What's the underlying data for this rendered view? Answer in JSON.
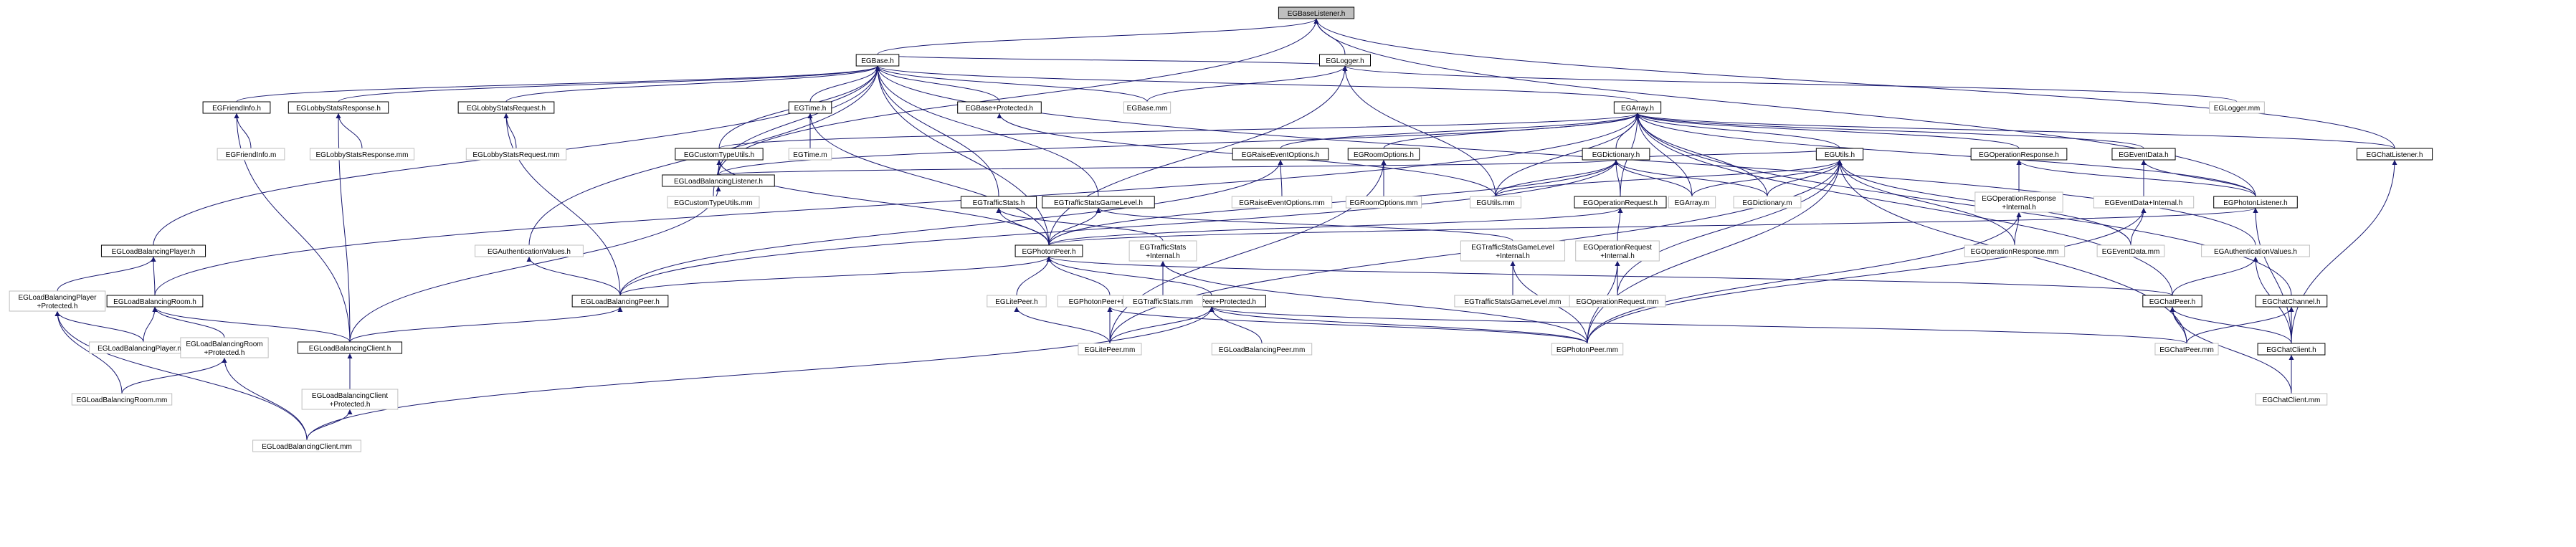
{
  "diagram": {
    "colors": {
      "edge_dark": "#191970",
      "edge_grey": "#404040",
      "root_fill": "#bfbfbf",
      "node_fill": "#ffffff",
      "strong_border": "#000000",
      "light_border": "#bfbfbf"
    },
    "nodes": [
      {
        "id": "root",
        "label": "EGBaseListener.h",
        "style": "root"
      },
      {
        "id": "egbase",
        "label": "EGBase.h",
        "style": "strong"
      },
      {
        "id": "eglogger",
        "label": "EGLogger.h",
        "style": "strong"
      },
      {
        "id": "egloggermm",
        "label": "EGLogger.mm",
        "style": "light"
      },
      {
        "id": "egchatlistener",
        "label": "EGChatListener.h",
        "style": "strong"
      },
      {
        "id": "egfriendinfo",
        "label": "EGFriendInfo.h",
        "style": "strong"
      },
      {
        "id": "egfriendinfom",
        "label": "EGFriendInfo.m",
        "style": "light"
      },
      {
        "id": "eglobbystatsresp",
        "label": "EGLobbyStatsResponse.h",
        "style": "strong"
      },
      {
        "id": "eglobbystatsrespmm",
        "label": "EGLobbyStatsResponse.mm",
        "style": "light"
      },
      {
        "id": "eglobbystatsreq",
        "label": "EGLobbyStatsRequest.h",
        "style": "strong"
      },
      {
        "id": "eglobbystatsreqmm",
        "label": "EGLobbyStatsRequest.mm",
        "style": "light"
      },
      {
        "id": "egtime",
        "label": "EGTime.h",
        "style": "strong"
      },
      {
        "id": "egtimem",
        "label": "EGTime.m",
        "style": "light"
      },
      {
        "id": "egbaseprot",
        "label": "EGBase+Protected.h",
        "style": "strong"
      },
      {
        "id": "egbasemm",
        "label": "EGBase.mm",
        "style": "light"
      },
      {
        "id": "egarray",
        "label": "EGArray.h",
        "style": "strong"
      },
      {
        "id": "egcustomtypeutils",
        "label": "EGCustomTypeUtils.h",
        "style": "strong"
      },
      {
        "id": "egcustomtypeutilsmm",
        "label": "EGCustomTypeUtils.mm",
        "style": "light"
      },
      {
        "id": "egraiseevent",
        "label": "EGRaiseEventOptions.h",
        "style": "strong"
      },
      {
        "id": "egraiseeventmm",
        "label": "EGRaiseEventOptions.mm",
        "style": "light"
      },
      {
        "id": "egroomoptions",
        "label": "EGRoomOptions.h",
        "style": "strong"
      },
      {
        "id": "egroomoptionsmm",
        "label": "EGRoomOptions.mm",
        "style": "light"
      },
      {
        "id": "egdictionary",
        "label": "EGDictionary.h",
        "style": "strong"
      },
      {
        "id": "egutils",
        "label": "EGUtils.h",
        "style": "strong"
      },
      {
        "id": "egopresponse",
        "label": "EGOperationResponse.h",
        "style": "strong"
      },
      {
        "id": "egeventdata",
        "label": "EGEventData.h",
        "style": "strong"
      },
      {
        "id": "egloadbalancinglistener",
        "label": "EGLoadBalancingListener.h",
        "style": "strong"
      },
      {
        "id": "egutilsmm",
        "label": "EGUtils.mm",
        "style": "light"
      },
      {
        "id": "egtrafficstats",
        "label": "EGTrafficStats.h",
        "style": "strong"
      },
      {
        "id": "egtrafficgamelevel",
        "label": "EGTrafficStatsGameLevel.h",
        "style": "strong"
      },
      {
        "id": "egoprequest",
        "label": "EGOperationRequest.h",
        "style": "strong"
      },
      {
        "id": "egarraym",
        "label": "EGArray.m",
        "style": "light"
      },
      {
        "id": "egdictionarym",
        "label": "EGDictionary.m",
        "style": "light"
      },
      {
        "id": "egopresponseinternal",
        "label": "EGOperationResponse+Internal.h",
        "style": "light"
      },
      {
        "id": "egeventdatainternal",
        "label": "EGEventData+Internal.h",
        "style": "light"
      },
      {
        "id": "egphotonlistener",
        "label": "EGPhotonListener.h",
        "style": "strong"
      },
      {
        "id": "egloadbalancingplayer",
        "label": "EGLoadBalancingPlayer.h",
        "style": "strong"
      },
      {
        "id": "egloadbalancingplayerprot",
        "label": "EGLoadBalancingPlayer+Protected.h",
        "style": "light"
      },
      {
        "id": "egauthvaluesleft",
        "label": "EGAuthenticationValues.h",
        "style": "light"
      },
      {
        "id": "egphotonpeer",
        "label": "EGPhotonPeer.h",
        "style": "strong"
      },
      {
        "id": "egtrafficstatsinternal",
        "label": "EGTrafficStats+Internal.h",
        "style": "light"
      },
      {
        "id": "egtrafficgamelevelinternal",
        "label": "EGTrafficStatsGameLevel+Internal.h",
        "style": "light"
      },
      {
        "id": "egoprequestinternal",
        "label": "EGOperationRequest+Internal.h",
        "style": "light"
      },
      {
        "id": "egopresponsemm",
        "label": "EGOperationResponse.mm",
        "style": "light"
      },
      {
        "id": "egeventdatamm",
        "label": "EGEventData.mm",
        "style": "light"
      },
      {
        "id": "egauthvaluesright",
        "label": "EGAuthenticationValues.h",
        "style": "light"
      },
      {
        "id": "egloadbalancingroom",
        "label": "EGLoadBalancingRoom.h",
        "style": "strong"
      },
      {
        "id": "egloadbalancingpeer",
        "label": "EGLoadBalancingPeer.h",
        "style": "strong"
      },
      {
        "id": "eglitepeer",
        "label": "EGLitePeer.h",
        "style": "light"
      },
      {
        "id": "egphotonpeerinternal",
        "label": "EGPhotonPeer+Internal.h",
        "style": "light"
      },
      {
        "id": "egphotonpeerprot",
        "label": "EGPhotonPeer+Protected.h",
        "style": "strong"
      },
      {
        "id": "egtrafficstatsmm",
        "label": "EGTrafficStats.mm",
        "style": "light"
      },
      {
        "id": "egtrafficgamelevelmm",
        "label": "EGTrafficStatsGameLevel.mm",
        "style": "light"
      },
      {
        "id": "egoprequestmm",
        "label": "EGOperationRequest.mm",
        "style": "light"
      },
      {
        "id": "egchatpeer",
        "label": "EGChatPeer.h",
        "style": "strong"
      },
      {
        "id": "egchatchannel",
        "label": "EGChatChannel.h",
        "style": "strong"
      },
      {
        "id": "egloadbalancingplayermm",
        "label": "EGLoadBalancingPlayer.mm",
        "style": "light"
      },
      {
        "id": "egloadbalancingroomprot",
        "label": "EGLoadBalancingRoom+Protected.h",
        "style": "light"
      },
      {
        "id": "egloadbalancingclient",
        "label": "EGLoadBalancingClient.h",
        "style": "strong"
      },
      {
        "id": "eglitepeermm",
        "label": "EGLitePeer.mm",
        "style": "light"
      },
      {
        "id": "egloadbalancingpeermm",
        "label": "EGLoadBalancingPeer.mm",
        "style": "light"
      },
      {
        "id": "egphotonpeermm",
        "label": "EGPhotonPeer.mm",
        "style": "light"
      },
      {
        "id": "egchatpeermm",
        "label": "EGChatPeer.mm",
        "style": "light"
      },
      {
        "id": "egchatclient",
        "label": "EGChatClient.h",
        "style": "strong"
      },
      {
        "id": "egloadbalancingroommm",
        "label": "EGLoadBalancingRoom.mm",
        "style": "light"
      },
      {
        "id": "egloadbalancingclientprot",
        "label": "EGLoadBalancingClient+Protected.h",
        "style": "light"
      },
      {
        "id": "egchatclientmm",
        "label": "EGChatClient.mm",
        "style": "light"
      },
      {
        "id": "egloadbalancingclientmm",
        "label": "EGLoadBalancingClient.mm",
        "style": "light"
      }
    ],
    "edges": [
      [
        "root",
        "egbase"
      ],
      [
        "root",
        "eglogger"
      ],
      [
        "root",
        "egchatlistener"
      ],
      [
        "root",
        "egphotonlistener"
      ],
      [
        "root",
        "egloadbalancinglistener"
      ],
      [
        "eglogger",
        "egbase"
      ],
      [
        "eglogger",
        "egloggermm"
      ],
      [
        "eglogger",
        "egbasemm"
      ],
      [
        "eglogger",
        "egutilsmm"
      ],
      [
        "eglogger",
        "egphotonpeer"
      ],
      [
        "egbase",
        "egfriendinfo"
      ],
      [
        "egbase",
        "eglobbystatsresp"
      ],
      [
        "egbase",
        "eglobbystatsreq"
      ],
      [
        "egbase",
        "egtime"
      ],
      [
        "egbase",
        "egbaseprot"
      ],
      [
        "egbase",
        "egbasemm"
      ],
      [
        "egbase",
        "egarray"
      ],
      [
        "egbase",
        "egcustomtypeutils"
      ],
      [
        "egbase",
        "egloadbalancingplayer"
      ],
      [
        "egbase",
        "egauthvaluesleft"
      ],
      [
        "egbase",
        "egphotonpeer"
      ],
      [
        "egbase",
        "egtrafficstats"
      ],
      [
        "egbase",
        "egtrafficgamelevel"
      ],
      [
        "egbase",
        "egauthvaluesright"
      ],
      [
        "egbase",
        "egloadbalancinglistener"
      ],
      [
        "egfriendinfo",
        "egfriendinfom"
      ],
      [
        "egfriendinfo",
        "egloadbalancingclient"
      ],
      [
        "eglobbystatsresp",
        "eglobbystatsrespmm"
      ],
      [
        "eglobbystatsresp",
        "egloadbalancingclient"
      ],
      [
        "eglobbystatsreq",
        "eglobbystatsreqmm"
      ],
      [
        "eglobbystatsreq",
        "egloadbalancingpeer"
      ],
      [
        "egtime",
        "egtimem"
      ],
      [
        "egtime",
        "egphotonpeer"
      ],
      [
        "egbaseprot",
        "egutilsmm"
      ],
      [
        "egarray",
        "egcustomtypeutils"
      ],
      [
        "egarray",
        "egraiseevent"
      ],
      [
        "egarray",
        "egroomoptions"
      ],
      [
        "egarray",
        "egdictionary"
      ],
      [
        "egarray",
        "egutils"
      ],
      [
        "egarray",
        "egopresponse"
      ],
      [
        "egarray",
        "egeventdata"
      ],
      [
        "egarray",
        "egutilsmm"
      ],
      [
        "egarray",
        "egoprequest"
      ],
      [
        "egarray",
        "egarraym"
      ],
      [
        "egarray",
        "egdictionarym"
      ],
      [
        "egarray",
        "egloadbalancingroom"
      ],
      [
        "egarray",
        "egchatlistener"
      ],
      [
        "egarray",
        "egchatchannel"
      ],
      [
        "egarray",
        "egchatpeer"
      ],
      [
        "egarray",
        "egphotonlistener"
      ],
      [
        "egarray",
        "egloadbalancinglistener"
      ],
      [
        "egcustomtypeutils",
        "egcustomtypeutilsmm"
      ],
      [
        "egcustomtypeutils",
        "egphotonpeer"
      ],
      [
        "egraiseevent",
        "egraiseeventmm"
      ],
      [
        "egraiseevent",
        "egloadbalancingpeer"
      ],
      [
        "egroomoptions",
        "egroomoptionsmm"
      ],
      [
        "egroomoptions",
        "eglitepeermm"
      ],
      [
        "egdictionary",
        "egutils"
      ],
      [
        "egdictionary",
        "egutilsmm"
      ],
      [
        "egdictionary",
        "egoprequest"
      ],
      [
        "egdictionary",
        "egarraym"
      ],
      [
        "egdictionary",
        "egdictionarym"
      ],
      [
        "egdictionary",
        "egphotonpeer"
      ],
      [
        "egdictionary",
        "egloadbalancingpeer"
      ],
      [
        "egdictionary",
        "egloadbalancinglistener"
      ],
      [
        "egutils",
        "egutilsmm"
      ],
      [
        "egutils",
        "egdictionarym"
      ],
      [
        "egutils",
        "egarraym"
      ],
      [
        "egutils",
        "egopresponsemm"
      ],
      [
        "egutils",
        "egeventdatamm"
      ],
      [
        "egutils",
        "egoprequestmm"
      ],
      [
        "egutils",
        "egphotonpeermm"
      ],
      [
        "egutils",
        "egchatpeermm"
      ],
      [
        "egutils",
        "eglitepeermm"
      ],
      [
        "egopresponse",
        "egopresponseinternal"
      ],
      [
        "egopresponse",
        "egphotonlistener"
      ],
      [
        "egopresponseinternal",
        "egopresponsemm"
      ],
      [
        "egopresponseinternal",
        "egphotonpeermm"
      ],
      [
        "egeventdata",
        "egeventdatainternal"
      ],
      [
        "egeventdata",
        "egphotonlistener"
      ],
      [
        "egeventdatainternal",
        "egeventdatamm"
      ],
      [
        "egeventdatainternal",
        "egphotonpeermm"
      ],
      [
        "egloadbalancinglistener",
        "egloadbalancingclient"
      ],
      [
        "egtrafficstats",
        "egtrafficstatsinternal"
      ],
      [
        "egtrafficstats",
        "egphotonpeer"
      ],
      [
        "egtrafficgamelevel",
        "egtrafficgamelevelinternal"
      ],
      [
        "egtrafficgamelevel",
        "egphotonpeer"
      ],
      [
        "egoprequest",
        "egoprequestinternal"
      ],
      [
        "egoprequest",
        "egphotonpeer"
      ],
      [
        "egphotonlistener",
        "egphotonpeer"
      ],
      [
        "egphotonlistener",
        "egchatclient"
      ],
      [
        "egloadbalancingplayer",
        "egloadbalancingplayerprot"
      ],
      [
        "egloadbalancingplayer",
        "egloadbalancingroom"
      ],
      [
        "egloadbalancingplayerprot",
        "egloadbalancingplayermm"
      ],
      [
        "egloadbalancingplayerprot",
        "egloadbalancingroommm"
      ],
      [
        "egloadbalancingplayerprot",
        "egloadbalancingclientmm"
      ],
      [
        "egauthvaluesleft",
        "egloadbalancingpeer"
      ],
      [
        "egphotonpeer",
        "egloadbalancingpeer"
      ],
      [
        "egphotonpeer",
        "eglitepeer"
      ],
      [
        "egphotonpeer",
        "egphotonpeerinternal"
      ],
      [
        "egphotonpeer",
        "egphotonpeerprot"
      ],
      [
        "egphotonpeer",
        "egchatpeer"
      ],
      [
        "egtrafficstatsinternal",
        "egtrafficstatsmm"
      ],
      [
        "egtrafficstatsinternal",
        "egphotonpeermm"
      ],
      [
        "egtrafficgamelevelinternal",
        "egtrafficgamelevelmm"
      ],
      [
        "egtrafficgamelevelinternal",
        "egphotonpeermm"
      ],
      [
        "egoprequestinternal",
        "egoprequestmm"
      ],
      [
        "egoprequestinternal",
        "egphotonpeermm"
      ],
      [
        "egauthvaluesright",
        "egchatpeer"
      ],
      [
        "egauthvaluesright",
        "egchatclient"
      ],
      [
        "egloadbalancingroom",
        "egloadbalancingplayermm"
      ],
      [
        "egloadbalancingroom",
        "egloadbalancingroomprot"
      ],
      [
        "egloadbalancingroom",
        "egloadbalancingclient"
      ],
      [
        "egloadbalancingpeer",
        "egloadbalancingclient"
      ],
      [
        "eglitepeer",
        "eglitepeermm"
      ],
      [
        "egphotonpeerinternal",
        "eglitepeermm"
      ],
      [
        "egphotonpeerinternal",
        "egphotonpeermm"
      ],
      [
        "egphotonpeerprot",
        "eglitepeermm"
      ],
      [
        "egphotonpeerprot",
        "egloadbalancingpeermm"
      ],
      [
        "egphotonpeerprot",
        "egphotonpeermm"
      ],
      [
        "egphotonpeerprot",
        "egchatpeermm"
      ],
      [
        "egphotonpeerprot",
        "egloadbalancingclientmm"
      ],
      [
        "egchatpeer",
        "egchatpeermm"
      ],
      [
        "egchatpeer",
        "egchatclient"
      ],
      [
        "egchatpeer",
        "egchatclientmm"
      ],
      [
        "egchatchannel",
        "egchatpeermm"
      ],
      [
        "egchatchannel",
        "egchatclient"
      ],
      [
        "egchatlistener",
        "egchatclient"
      ],
      [
        "egloadbalancingroomprot",
        "egloadbalancingroommm"
      ],
      [
        "egloadbalancingroomprot",
        "egloadbalancingclientmm"
      ],
      [
        "egloadbalancingclient",
        "egloadbalancingclientprot"
      ],
      [
        "egloadbalancingclientprot",
        "egloadbalancingclientmm"
      ],
      [
        "egchatclient",
        "egchatclientmm"
      ]
    ]
  }
}
